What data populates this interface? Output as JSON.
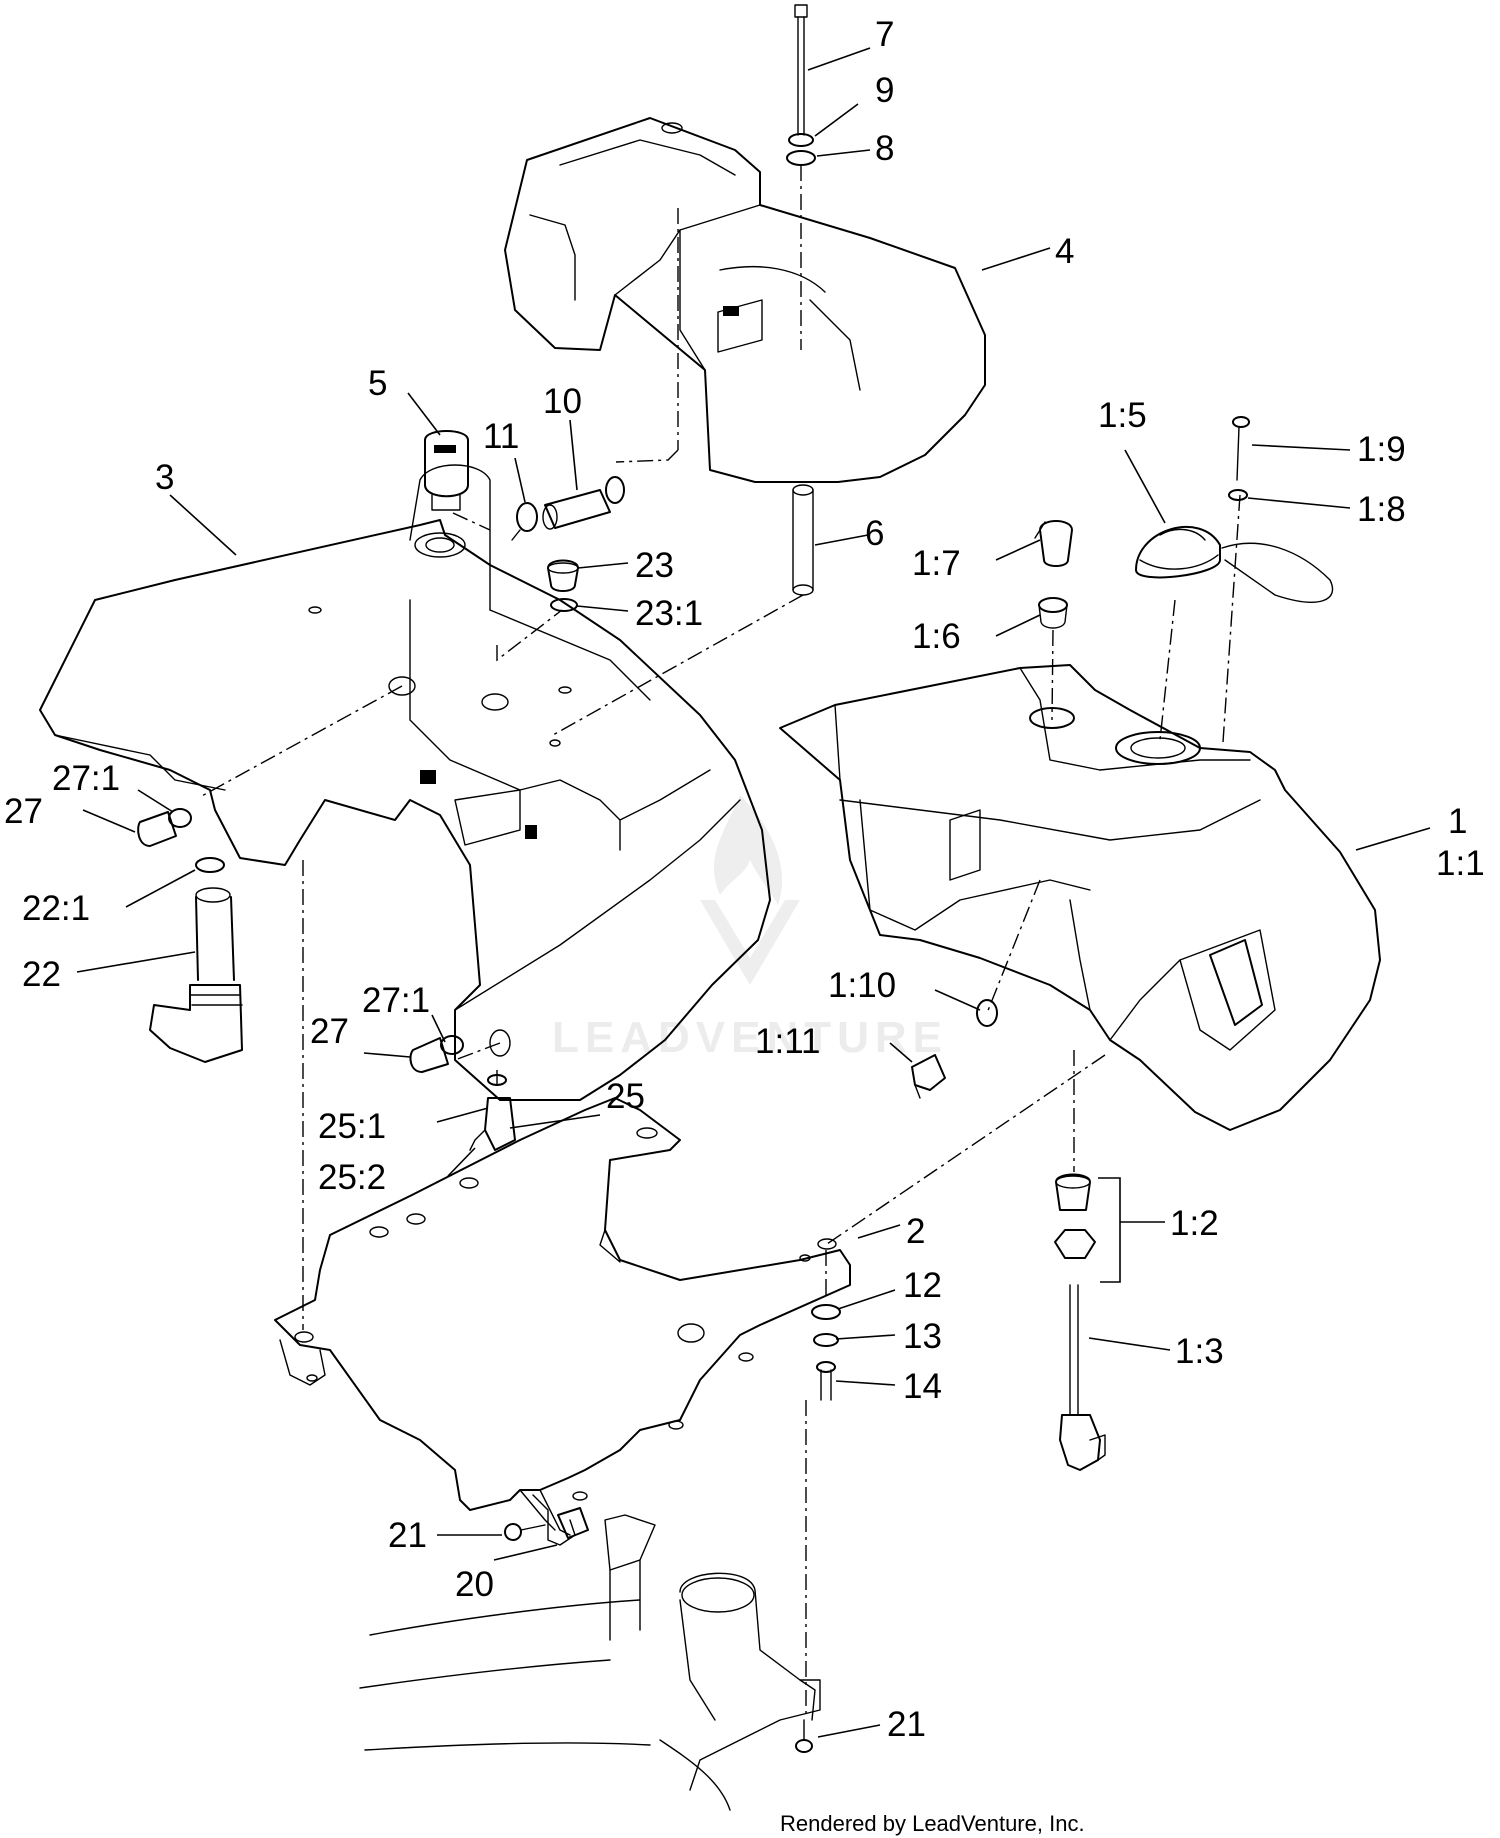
{
  "callouts": {
    "c7": "7",
    "c9": "9",
    "c8": "8",
    "c4": "4",
    "c5": "5",
    "c10": "10",
    "c11": "11",
    "c3": "3",
    "c23": "23",
    "c23_1": "23:1",
    "c6": "6",
    "c1_5": "1:5",
    "c1_9": "1:9",
    "c1_8": "1:8",
    "c1_7": "1:7",
    "c1_6": "1:6",
    "c27_1a": "27:1",
    "c27a": "27",
    "c22_1": "22:1",
    "c22": "22",
    "c1": "1",
    "c1_1": "1:1",
    "c1_10": "1:10",
    "c1_11": "1:11",
    "c27_1b": "27:1",
    "c27b": "27",
    "c25": "25",
    "c25_1": "25:1",
    "c25_2": "25:2",
    "c2": "2",
    "c12": "12",
    "c13": "13",
    "c14": "14",
    "c1_2": "1:2",
    "c1_3": "1:3",
    "c21a": "21",
    "c20": "20",
    "c21b": "21"
  },
  "watermark": "LEADVENTURE",
  "footer": "Rendered by LeadVenture, Inc."
}
